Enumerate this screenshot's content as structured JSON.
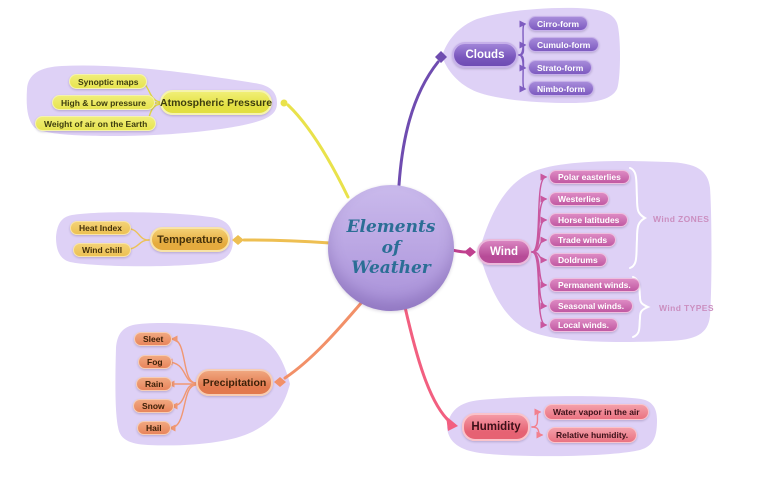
{
  "diagram": {
    "center": {
      "lines": [
        "Elements",
        "of",
        "Weather"
      ]
    },
    "branches": {
      "clouds": {
        "label": "Clouds",
        "color": "#6f4cb0",
        "subtopics": [
          "Cirro-form",
          "Cumulo-form",
          "Strato-form",
          "Nimbo-form"
        ]
      },
      "wind": {
        "label": "Wind",
        "color": "#c0408e",
        "subtopics": [
          "Polar easterlies",
          "Westerlies",
          "Horse latitudes",
          "Trade winds",
          "Doldrums",
          "Permanent winds.",
          "Seasonal winds.",
          "Local winds."
        ],
        "groups": [
          "Wind ZONES",
          "Wind TYPES"
        ]
      },
      "humidity": {
        "label": "Humidity",
        "color": "#f25f80",
        "subtopics": [
          "Water vapor in the air",
          "Relative humidity."
        ]
      },
      "precipitation": {
        "label": "Precipitation",
        "color": "#f29068",
        "subtopics": [
          "Sleet",
          "Fog",
          "Rain",
          "Snow",
          "Hail"
        ]
      },
      "temperature": {
        "label": "Temperature",
        "color": "#eebf52",
        "subtopics": [
          "Heat Index",
          "Wind chill"
        ]
      },
      "atmospheric_pressure": {
        "label": "Atmospheric Pressure",
        "color": "#e9e24b",
        "subtopics": [
          "Synoptic maps",
          "High & Low pressure",
          "Weight of air on the Earth"
        ]
      }
    },
    "blob_color": "#ded1f6"
  }
}
